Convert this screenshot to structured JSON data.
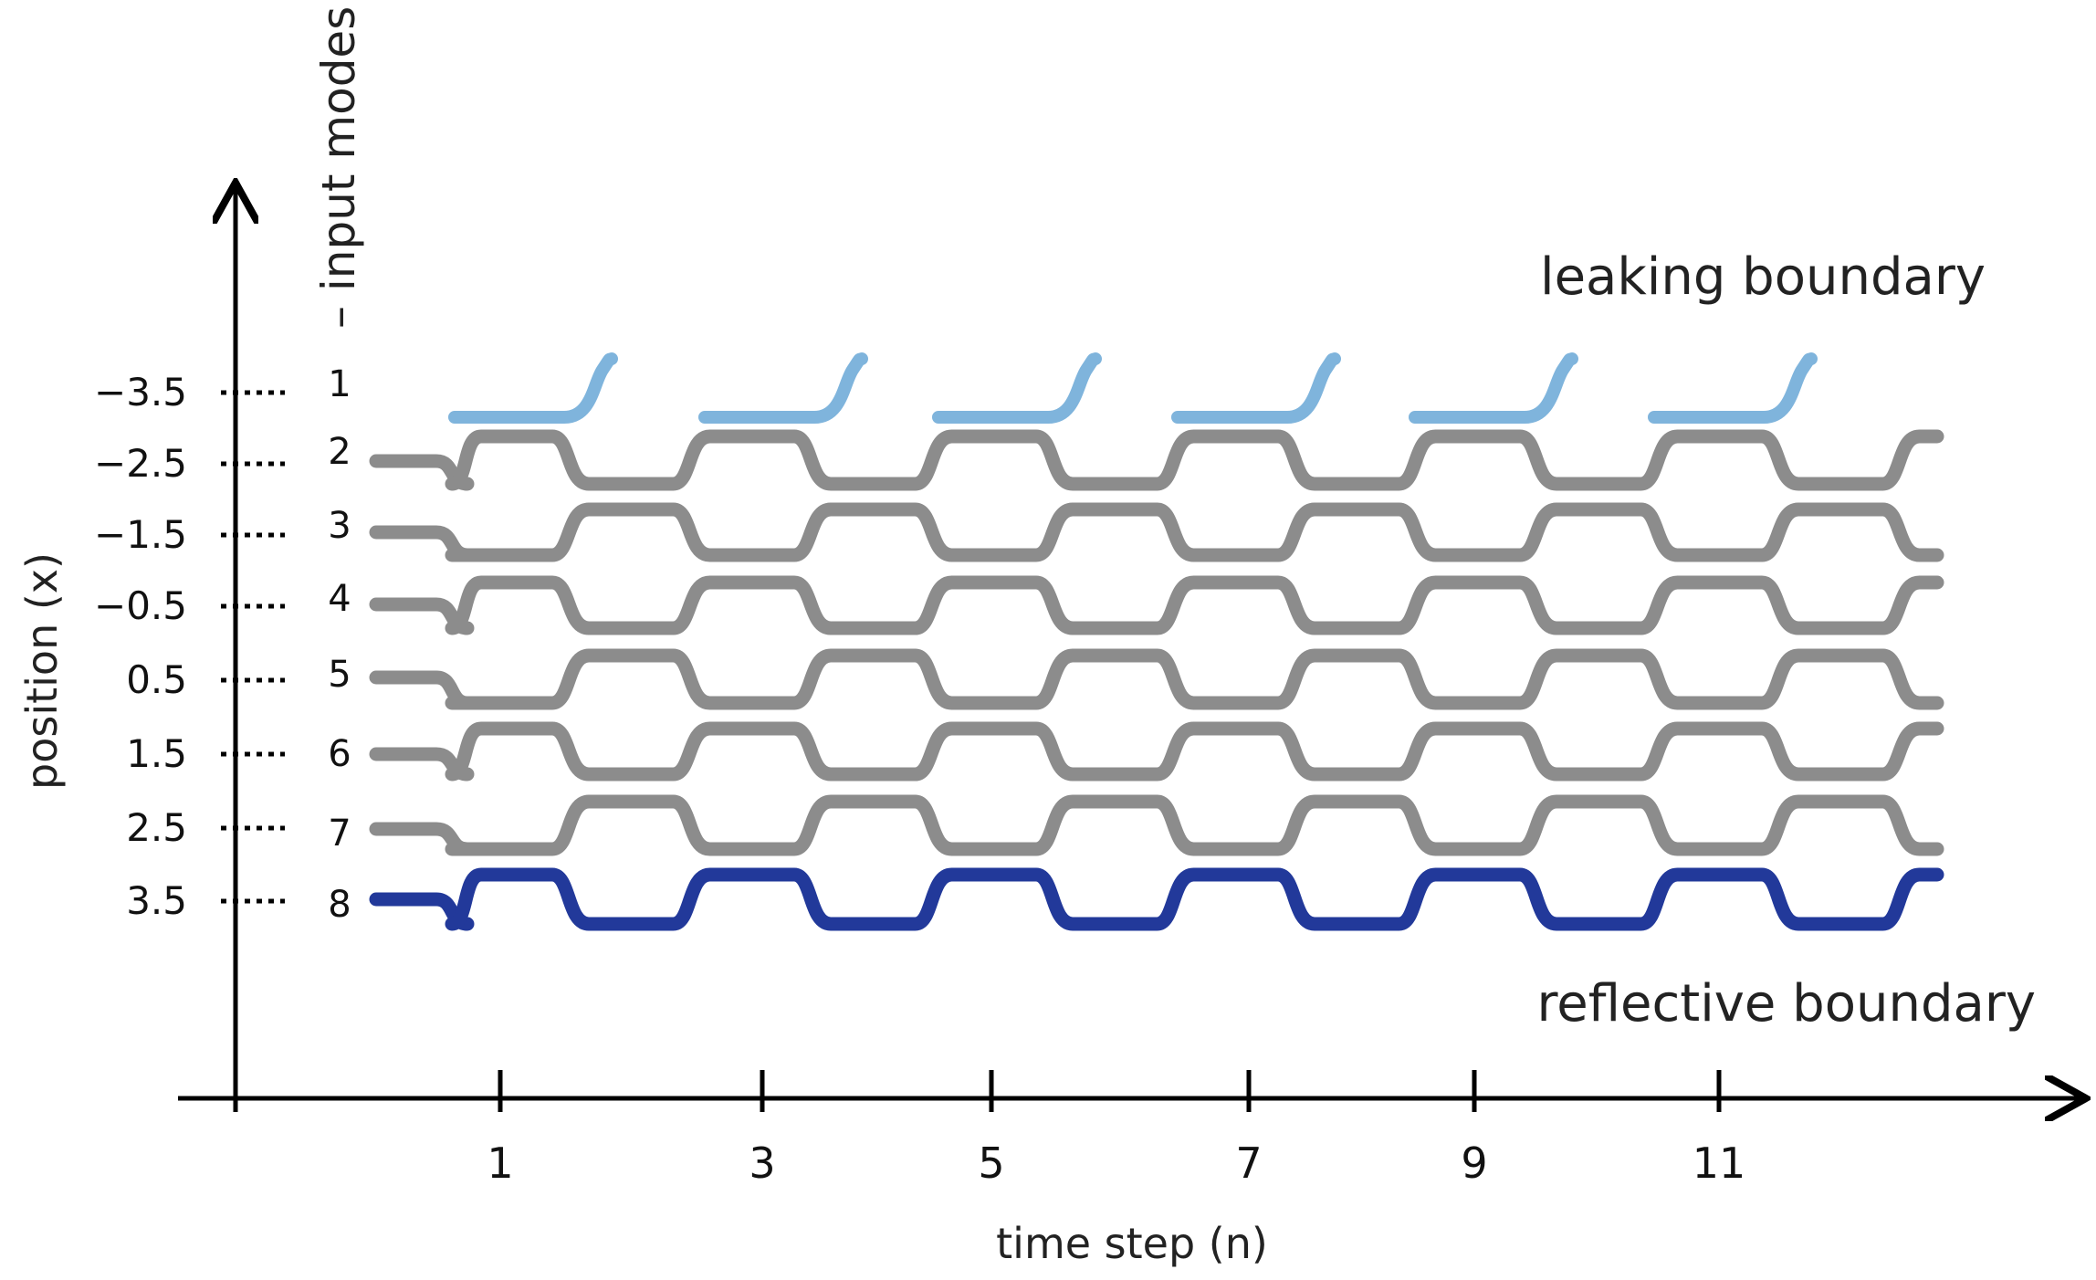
{
  "axes": {
    "x_title": "time step (n)",
    "y_title": "position (x)",
    "mode_title": "– input modes"
  },
  "x_ticks": [
    "1",
    "3",
    "5",
    "7",
    "9",
    "11"
  ],
  "positions": [
    "−3.5",
    "−2.5",
    "−1.5",
    "−0.5",
    "0.5",
    "1.5",
    "2.5",
    "3.5"
  ],
  "modes": [
    "1",
    "2",
    "3",
    "4",
    "5",
    "6",
    "7",
    "8"
  ],
  "boundaries": {
    "top": "leaking boundary",
    "bottom": "reflective boundary"
  },
  "colors": {
    "waveguide_gray": "#8c8c8c",
    "leaking_mode": "#7fb4dc",
    "reflective_mode": "#22399a",
    "axis": "#000000"
  }
}
